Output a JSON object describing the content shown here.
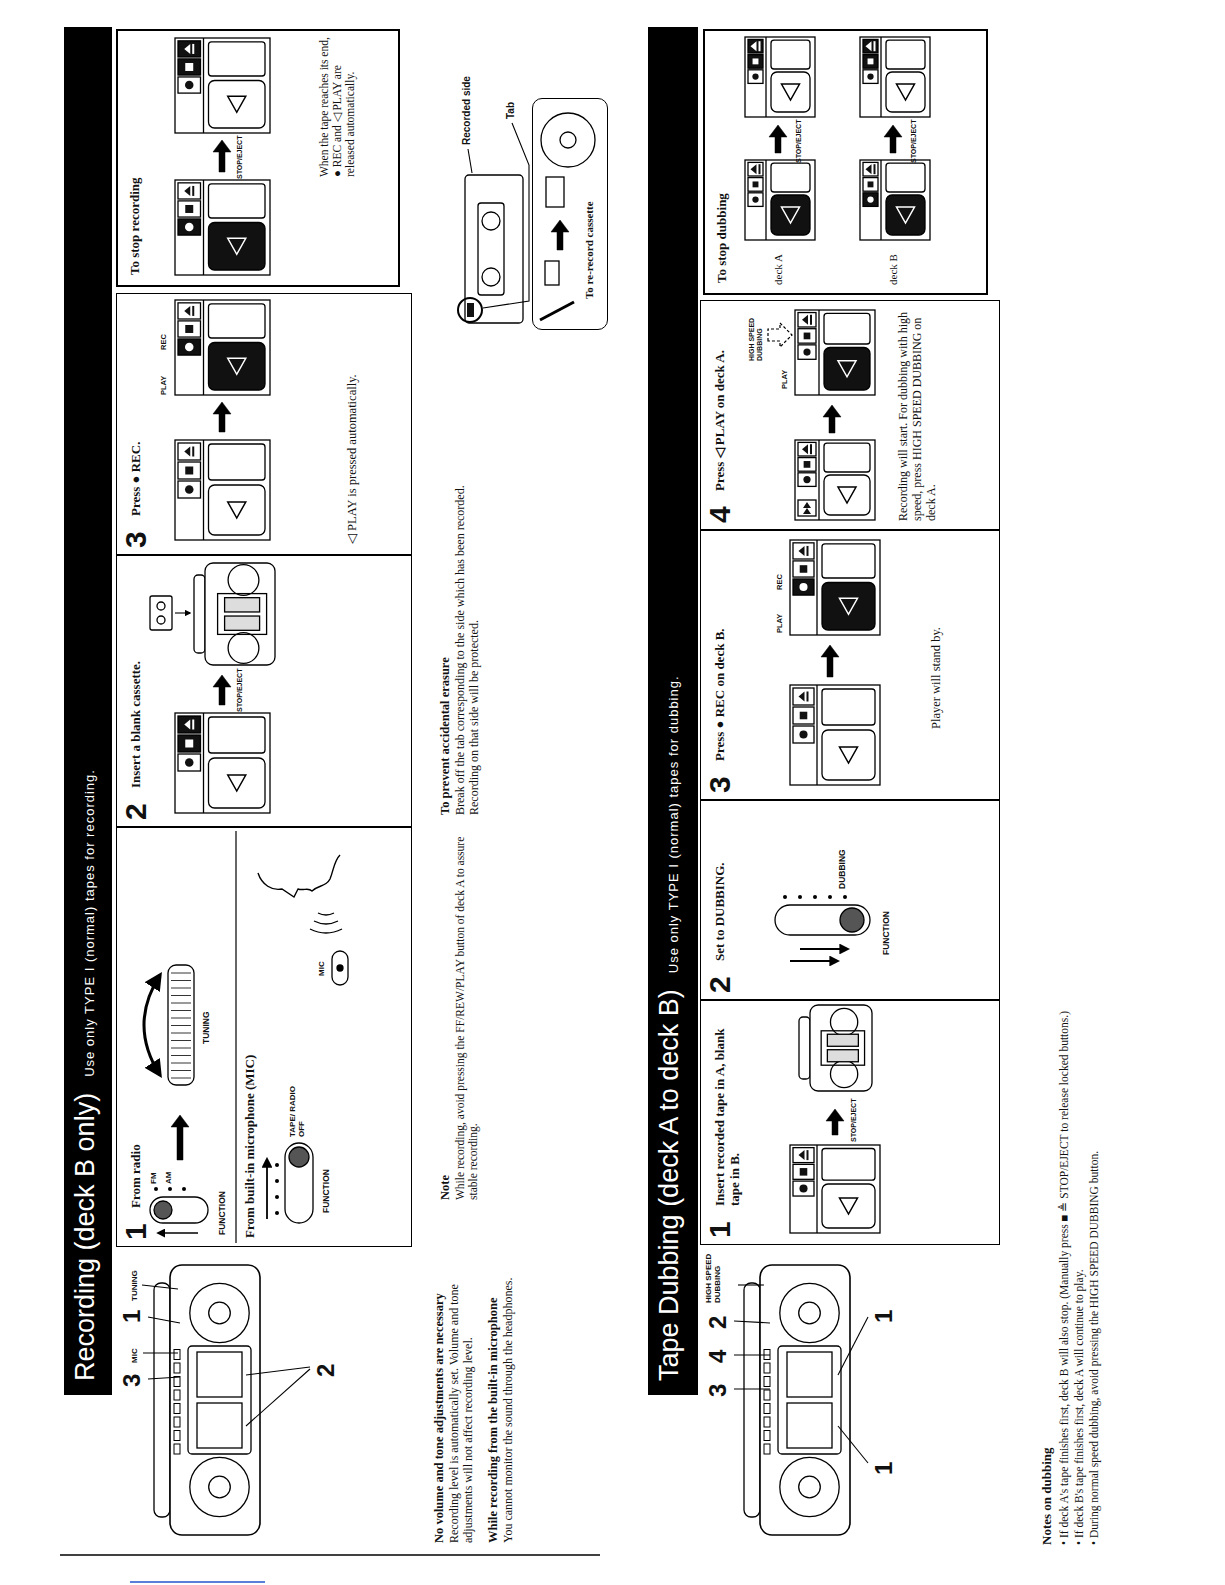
{
  "diagram": {
    "nodes": [
      {
        "text": [
          "Recording (deck B only)",
          "Use only TYPE I (normal) tapes for recording."
        ]
      },
      {
        "text": [
          "1",
          "From radio",
          "From built-in microphone (MIC)"
        ]
      },
      {
        "text": [
          "2",
          "Insert a blank cassette."
        ]
      },
      {
        "text": [
          "3",
          "Press ● REC.",
          "◁ PLAY is pressed automatically."
        ]
      },
      {
        "text": [
          "To stop recording",
          "When the tape reaches its end, ● REC and ◁ PLAY are released automatically."
        ]
      },
      {
        "text": [
          "To re-record cassette"
        ]
      },
      {
        "text": [
          "Tape Dubbing (deck A to deck B)",
          "Use only TYPE I (normal) tapes for dubbing."
        ]
      },
      {
        "text": [
          "1",
          "Insert recorded tape in A, blank tape in B."
        ]
      },
      {
        "text": [
          "2",
          "Set to DUBBING."
        ]
      },
      {
        "text": [
          "3",
          "Press ● REC on deck B.",
          "Player will stand by."
        ]
      },
      {
        "text": [
          "4",
          "Press ◁ PLAY on deck A.",
          "Recording will start. For dubbing with high speed, press HIGH SPEED DUBBING on deck A."
        ]
      },
      {
        "text": [
          "To stop dubbing"
        ]
      }
    ],
    "labels": [
      "3",
      "MIC",
      "1",
      "TUNING",
      "2",
      "FM",
      "AM",
      "FUNCTION",
      "TUNING",
      "TAPE/ RADIO OFF",
      "FUNCTION",
      "MIC",
      "STOP/EJECT",
      "PLAY",
      "REC",
      "STOP/EJECT",
      "No volume and tone adjustments are necessary",
      "Recording level is automatically set. Volume and tone adjustments will not affect recording level.",
      "While recording from the built-in microphone",
      "You cannot monitor the sound through the headphones.",
      "Note",
      "While recording, avoid pressing the FF/REW/PLAY button of deck A to assure stable recording.",
      "To prevent accidental erasure",
      "Break off the tab corresponding to the side which has been recorded. Recording on that side will be protected.",
      "Recorded side",
      "Tab",
      "3",
      "4",
      "2",
      "HIGH SPEED DUBBING",
      "1",
      "1",
      "STOP/EJECT",
      "DUBBING",
      "FUNCTION",
      "PLAY",
      "REC",
      "PLAY",
      "HIGH SPEED DUBBING",
      "deck A",
      "STOP/EJECT",
      "deck B",
      "STOP/EJECT",
      "Notes on dubbing",
      "• If deck A's tape finishes first, deck B will also stop. (Manually press ■ ≜ STOP/EJECT to release locked buttons.)",
      "• If deck B's tape finishes first, deck A will continue to play.",
      "• During normal speed dubbing, avoid pressing the HIGH SPEED DUBBING button."
    ]
  }
}
